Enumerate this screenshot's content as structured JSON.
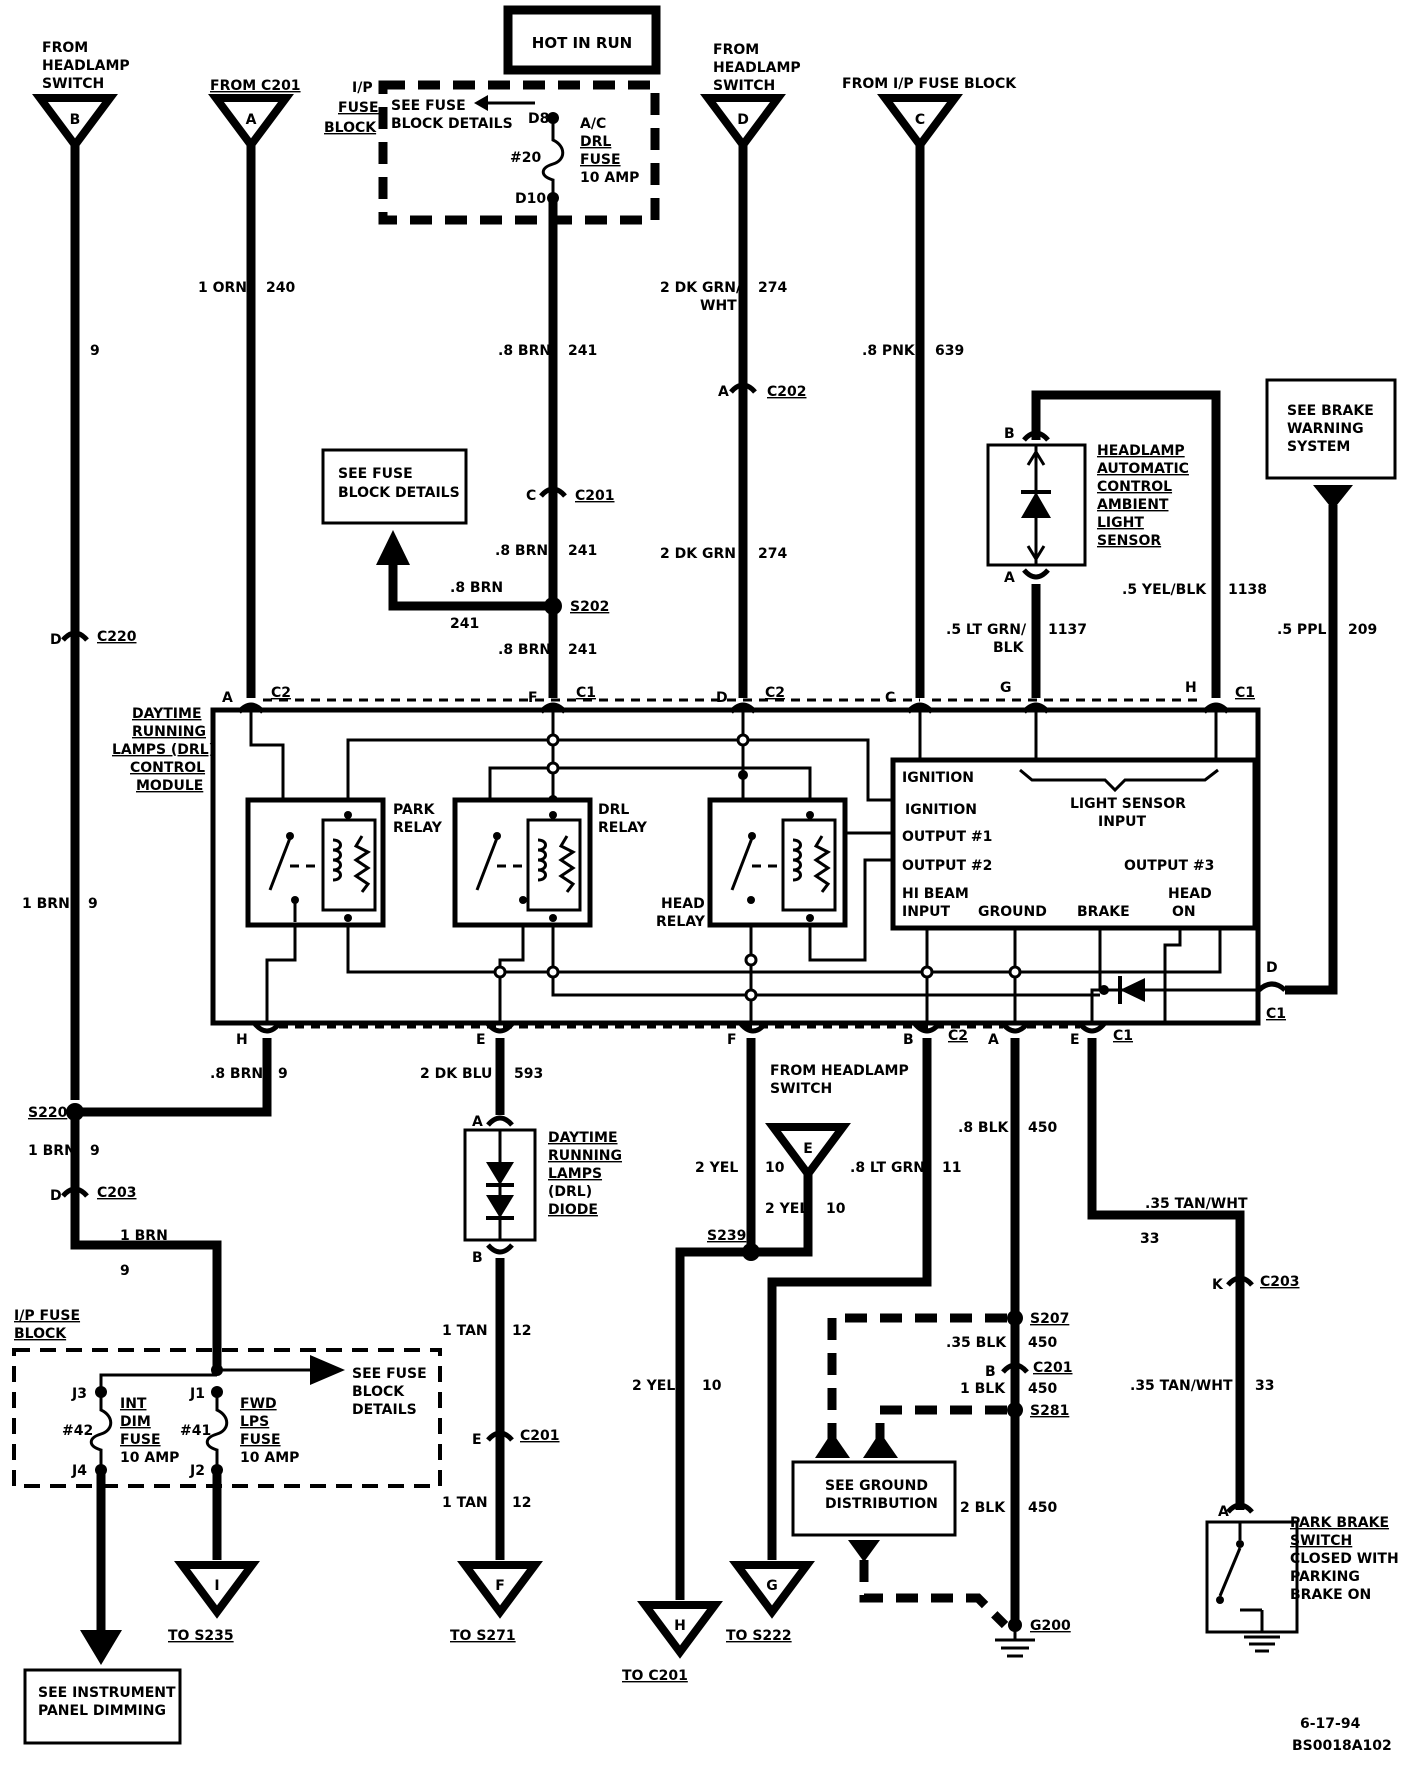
{
  "top": {
    "hot_in_run": "HOT IN RUN",
    "from_headlamp_switch_b": [
      "FROM",
      "HEADLAMP",
      "SWITCH"
    ],
    "from_c201": "FROM C201",
    "from_headlamp_switch_d": [
      "FROM",
      "HEADLAMP",
      "SWITCH"
    ],
    "from_ip_fuse_block": "FROM I/P FUSE BLOCK"
  },
  "terminals": {
    "b": "B",
    "a": "A",
    "d": "D",
    "c": "C",
    "e": "E",
    "i": "I",
    "f": "F",
    "h": "H",
    "g": "G"
  },
  "fuse_top": {
    "ip": [
      "I/P",
      "FUSE",
      "BLOCK"
    ],
    "see": [
      "SEE FUSE",
      "BLOCK DETAILS"
    ],
    "d8": "D8",
    "d10": "D10",
    "num": "#20",
    "name": [
      "A/C",
      "DRL",
      "FUSE",
      "10 AMP"
    ]
  },
  "wires": {
    "w9": "9",
    "orn": "1 ORN",
    "n240": "240",
    "brn_top": ".8 BRN",
    "n241": "241",
    "dkgrnwht": [
      "2 DK GRN/",
      "WHT"
    ],
    "n274": "274",
    "pnk": ".8 PNK",
    "n639": "639",
    "dkgrn2": "2  DK  GRN",
    "ltgrn": [
      ".5 LT GRN/",
      "BLK"
    ],
    "n1137": "1137",
    "yelblk": ".5 YEL/BLK",
    "n1138": "1138",
    "ppl": ".5 PPL",
    "n209": "209",
    "brn1": "1 BRN",
    "brn8": ".8 BRN",
    "dkblu": "2 DK BLU",
    "n593": "593",
    "yel": "2 YEL",
    "n10": "10",
    "ltgrn8": ".8 LT GRN",
    "n11": "11",
    "blk8": ".8 BLK",
    "n450": "450",
    "tanwht": ".35 TAN/WHT",
    "n33": "33",
    "blk35": ".35 BLK",
    "blk1": "1 BLK",
    "blk2": "2 BLK",
    "tan": "1 TAN",
    "n12": "12"
  },
  "connectors": {
    "c202": "C202",
    "c201": "C201",
    "s202": "S202",
    "c220": "C220",
    "c2": "C2",
    "c1": "C1",
    "s220": "S220",
    "c203": "C203",
    "s239": "S239",
    "s207": "S207",
    "s281": "S281",
    "g200": "G200"
  },
  "pins": {
    "a": "A",
    "b": "B",
    "c": "C",
    "d": "D",
    "e": "E",
    "f": "F",
    "g": "G",
    "h": "H",
    "k": "K"
  },
  "see_fuse_mid": [
    "SEE FUSE",
    "BLOCK DETAILS"
  ],
  "sensor": [
    "HEADLAMP",
    "AUTOMATIC",
    "CONTROL",
    "AMBIENT",
    "LIGHT",
    "SENSOR"
  ],
  "brake_warning": [
    "SEE BRAKE",
    "WARNING",
    "SYSTEM"
  ],
  "module": {
    "title": [
      "DAYTIME",
      "RUNNING",
      "LAMPS (DRL)",
      "CONTROL",
      "MODULE"
    ],
    "park_relay": [
      "PARK",
      "RELAY"
    ],
    "drl_relay": [
      "DRL",
      "RELAY"
    ],
    "head_relay": [
      "HEAD",
      "RELAY"
    ],
    "ignition": "IGNITION",
    "light_sensor_input": [
      "LIGHT SENSOR",
      "INPUT"
    ],
    "output1": "OUTPUT #1",
    "output2": "OUTPUT #2",
    "output3": "OUTPUT #3",
    "hi_beam_input": [
      "HI BEAM",
      "INPUT"
    ],
    "ground": "GROUND",
    "brake": "BRAKE",
    "head_on": [
      "HEAD",
      "ON"
    ]
  },
  "from_headlamp_switch_e": [
    "FROM HEADLAMP",
    "SWITCH"
  ],
  "drl_diode": [
    "DAYTIME",
    "RUNNING",
    "LAMPS",
    "(DRL)",
    "DIODE"
  ],
  "ip_fuse_lower": {
    "ip": [
      "I/P FUSE",
      "BLOCK"
    ],
    "see": [
      "SEE  FUSE",
      "BLOCK",
      "DETAILS"
    ],
    "j1": "J1",
    "j2": "J2",
    "j3": "J3",
    "j4": "J4",
    "n42": "#42",
    "n41": "#41",
    "int": [
      "INT",
      "DIM",
      "FUSE",
      "10 AMP"
    ],
    "fwd": [
      "FWD",
      "LPS",
      "FUSE",
      "10 AMP"
    ]
  },
  "ground_dist": [
    "SEE GROUND",
    "DISTRIBUTION"
  ],
  "park_brake": [
    "PARK BRAKE",
    "SWITCH",
    "CLOSED WITH",
    "PARKING",
    "BRAKE ON"
  ],
  "see_instrument": [
    "SEE INSTRUMENT",
    "PANEL DIMMING"
  ],
  "bottom": {
    "to_s235": "TO S235",
    "to_s271": "TO S271",
    "to_c201": "TO C201",
    "to_s222": "TO S222"
  },
  "footer": {
    "date": "6-17-94",
    "code": "BS0018A102"
  }
}
